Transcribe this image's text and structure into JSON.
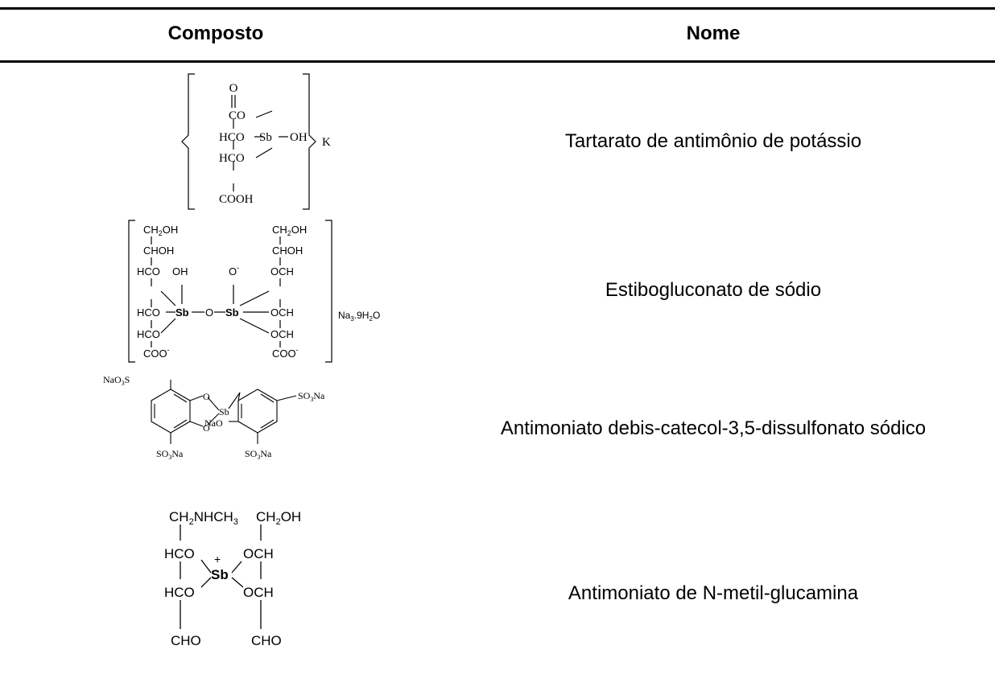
{
  "table": {
    "headers": {
      "compound": "Composto",
      "name": "Nome"
    },
    "rows": [
      {
        "name": "Tartarato de antimônio de potássio",
        "structure": {
          "l1": "O",
          "l2": "CO",
          "l3": "HCO",
          "l4": "HCO",
          "l5": "COOH",
          "sb": "Sb",
          "oh": "OH",
          "k": "K"
        }
      },
      {
        "name": "Estibogluconato de sódio",
        "structure": {
          "ch2oh_l": "CH",
          "ch2oh_l_sub": "2",
          "ch2oh_l_end": "OH",
          "chohl": "CHOH",
          "hco1": "HCO",
          "hco2": "HCO",
          "hco3": "HCO",
          "coo_l": "COO",
          "oh": "OH",
          "sb1": "Sb",
          "o_mid": "O",
          "sb2": "Sb",
          "o_minus": "O",
          "och1": "OCH",
          "och2": "OCH",
          "och3": "OCH",
          "chohr": "CHOH",
          "ch2oh_r": "CH",
          "ch2oh_r_sub": "2",
          "ch2oh_r_end": "OH",
          "coo_r": "COO",
          "minus": "-",
          "salt": "Na",
          "salt_sub": "3",
          "salt_mid": ".9H",
          "salt_sub2": "2",
          "salt_end": "O"
        }
      },
      {
        "name": "Antimoniato debis-catecol-3,5-dissulfonato sódico",
        "structure": {
          "nao3s": "NaO",
          "nao3s_sub": "3",
          "nao3s_end": "S",
          "so3na1": "SO",
          "so3na1_sub": "3",
          "so3na1_end": "Na",
          "so3na2": "SO",
          "so3na2_sub": "3",
          "so3na2_end": "Na",
          "so3na3": "SO",
          "so3na3_sub": "3",
          "so3na3_end": "Na",
          "sb": "Sb",
          "o": "O",
          "nao": "NaO"
        }
      },
      {
        "name": "Antimoniato de N-metil-glucamina",
        "structure": {
          "ch2nhch3": "CH",
          "sub2": "2",
          "nhch": "NHCH",
          "sub3": "3",
          "ch2oh": "CH",
          "ch2oh_sub": "2",
          "ch2oh_end": "OH",
          "hco1": "HCO",
          "hco2": "HCO",
          "och1": "OCH",
          "och2": "OCH",
          "cho1": "CHO",
          "cho2": "CHO",
          "sb": "Sb",
          "plus": "+"
        }
      }
    ]
  }
}
